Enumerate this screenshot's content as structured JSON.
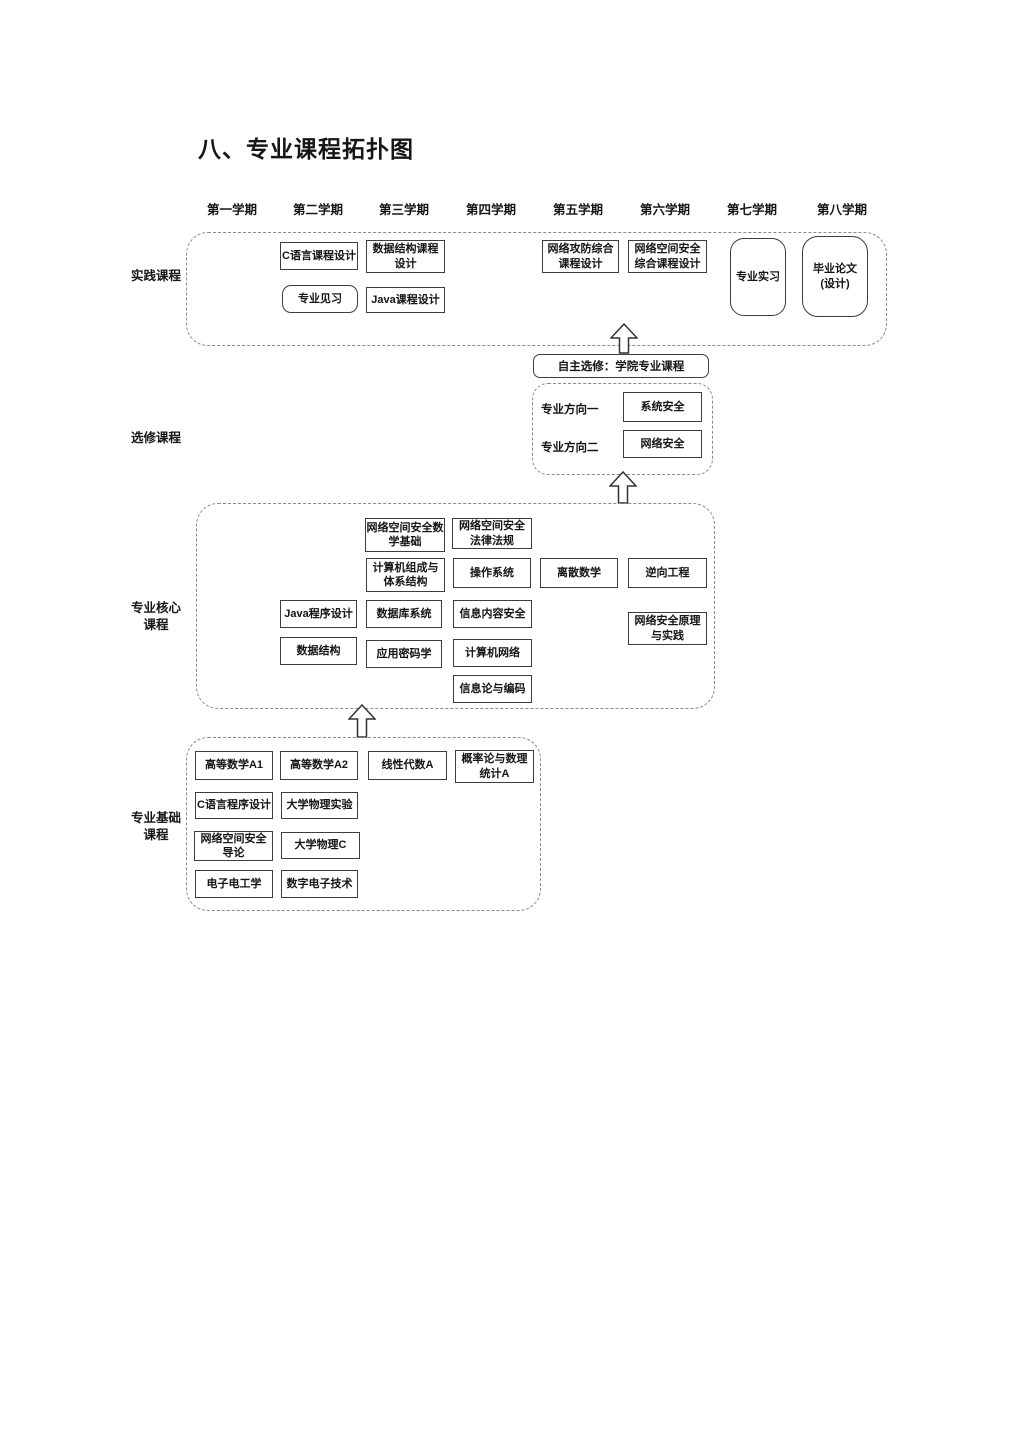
{
  "page": {
    "title": "八、专业课程拓扑图"
  },
  "semesters": [
    "第一学期",
    "第二学期",
    "第三学期",
    "第四学期",
    "第五学期",
    "第六学期",
    "第七学期",
    "第八学期"
  ],
  "practice": {
    "label": "实践课程",
    "courses": {
      "c_design": "C语言课程设计",
      "ds_design": "数据结构课程\n设计",
      "intern_observe": "专业见习",
      "java_design": "Java课程设计",
      "attack_defense_design": "网络攻防综合\n课程设计",
      "cyber_comprehensive_design": "网络空间安全\n综合课程设计",
      "internship": "专业实习",
      "thesis": "毕业论文\n(设计)"
    }
  },
  "elective": {
    "label": "选修课程",
    "self_select": "自主选修：学院专业课程",
    "direction1_label": "专业方向一",
    "direction1_course": "系统安全",
    "direction2_label": "专业方向二",
    "direction2_course": "网络安全"
  },
  "core": {
    "label": "专业核心\n课程",
    "courses": {
      "cyber_math": "网络空间安全数\n学基础",
      "cyber_law": "网络空间安全\n法律法规",
      "computer_org": "计算机组成与\n体系结构",
      "os": "操作系统",
      "discrete_math": "离散数学",
      "reverse_eng": "逆向工程",
      "java": "Java程序设计",
      "database": "数据库系统",
      "info_content_sec": "信息内容安全",
      "netsec_principle": "网络安全原理\n与实践",
      "data_structure": "数据结构",
      "applied_crypto": "应用密码学",
      "computer_network": "计算机网络",
      "info_theory": "信息论与编码"
    }
  },
  "base": {
    "label": "专业基础\n课程",
    "courses": {
      "math_a1": "高等数学A1",
      "math_a2": "高等数学A2",
      "linear_algebra": "线性代数A",
      "probability": "概率论与数理\n统计A",
      "c_programming": "C语言程序设计",
      "physics_exp": "大学物理实验",
      "cyber_intro": "网络空间安全\n导论",
      "physics_c": "大学物理C",
      "electronics": "电子电工学",
      "digital_electronics": "数字电子技术"
    }
  }
}
